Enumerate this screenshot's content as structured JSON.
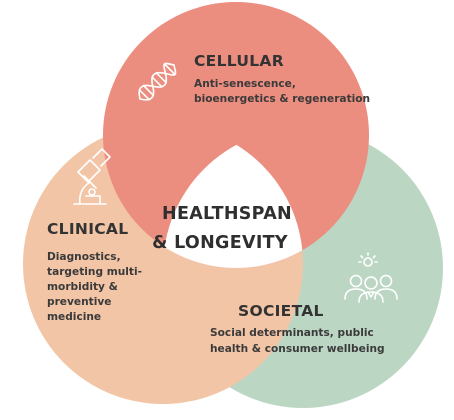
{
  "colors": {
    "cellular": "#ec8e7f",
    "clinical": "#f2c5a6",
    "societal": "#bcd6c4",
    "center": "#ffffff",
    "text": "#333333",
    "icon": "#ffffff"
  },
  "center": {
    "line1": "HEALTHSPAN",
    "line2": "& LONGEVITY"
  },
  "cellular": {
    "title": "CELLULAR",
    "desc_lines": [
      "Anti-senescence,",
      "bioenergetics & regeneration"
    ],
    "icon": "dna-icon"
  },
  "clinical": {
    "title": "CLINICAL",
    "desc_lines": [
      "Diagnostics,",
      "targeting multi-",
      "morbidity &",
      "preventive",
      "medicine"
    ],
    "icon": "microscope-icon"
  },
  "societal": {
    "title": "SOCIETAL",
    "desc_lines": [
      "Social determinants, public",
      "health & consumer wellbeing"
    ],
    "icon": "people-icon"
  }
}
